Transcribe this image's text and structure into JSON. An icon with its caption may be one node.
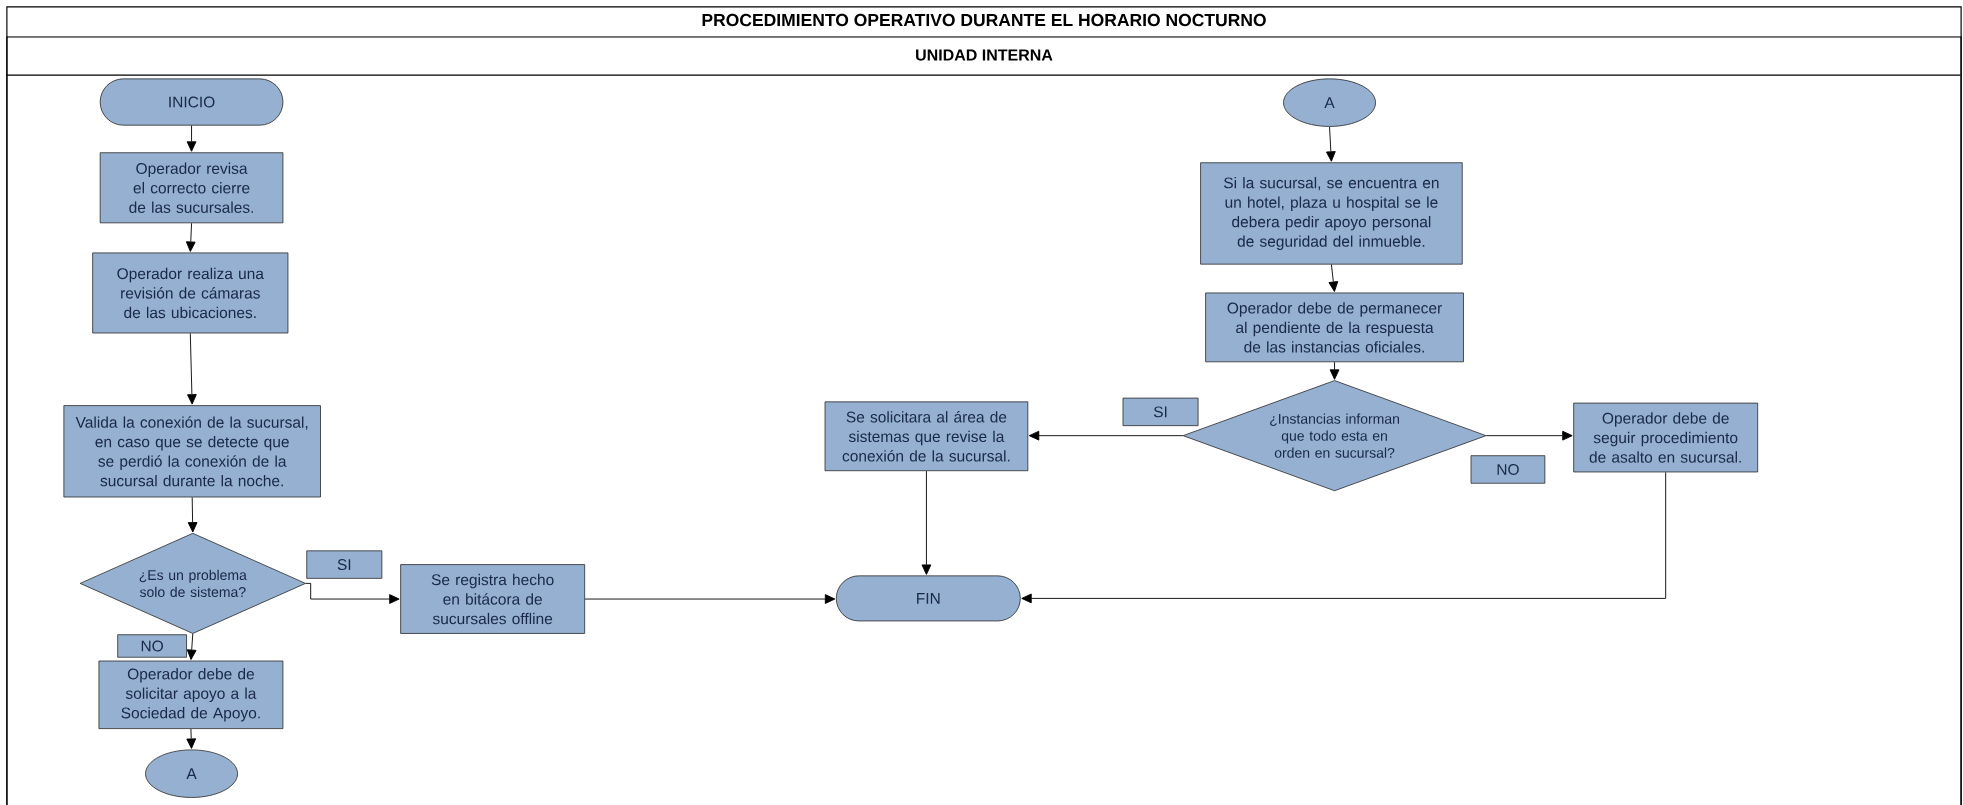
{
  "diagram": {
    "nodes": [
      {
        "text": [
          "PROCEDIMIENTO OPERATIVO DURANTE EL HORARIO NOCTURNO"
        ]
      },
      {
        "text": [
          "UNIDAD INTERNA"
        ],
        "in": 0
      },
      {
        "text": [
          "INICIO"
        ],
        "in": 1
      },
      {
        "text": [
          "Operador revisa el correcto cierre de las sucursales."
        ],
        "in": 1
      },
      {
        "text": [
          "Operador realiza una revisión de cámaras de las ubicaciones."
        ],
        "in": 1
      },
      {
        "text": [
          "Valida la conexión de la sucursal, en caso que se detecte que se perdió la conexión de la sucursal durante la noche."
        ],
        "in": 1
      },
      {
        "text": [
          "¿Es un problema solo de sistema?"
        ],
        "in": 1
      },
      {
        "text": [
          "Se registra hecho en bitácora de sucursales offline"
        ],
        "in": 1
      },
      {
        "text": [
          "Operador debe de solicitar apoyo a la Sociedad de Apoyo."
        ],
        "in": 1
      },
      {
        "text": [
          "A"
        ],
        "in": 1
      },
      {
        "text": [
          "A"
        ],
        "in": 1
      },
      {
        "text": [
          "Si la sucursal, se encuentra en un hotel, plaza u hospital se le debera pedir apoyo personal de seguridad del inmueble."
        ],
        "in": 1
      },
      {
        "text": [
          "Operador debe de permanecer al pendiente de la respuesta de las instancias oficiales."
        ],
        "in": 1
      },
      {
        "text": [
          "¿Instancias informan que todo esta en orden en sucursal?"
        ],
        "in": 1
      },
      {
        "text": [
          "Se solicitara al área de sistemas que revise la conexión de la sucursal."
        ],
        "in": 1
      },
      {
        "text": [
          "Operador debe de seguir procedimiento de asalto en sucursal."
        ],
        "in": 1
      },
      {
        "text": [
          "FIN"
        ],
        "in": 1
      }
    ],
    "edges": [
      {
        "from": 2,
        "to": 3,
        "arrow": "to"
      },
      {
        "from": 3,
        "to": 4,
        "arrow": "to"
      },
      {
        "from": 4,
        "to": 5,
        "arrow": "to"
      },
      {
        "from": 5,
        "to": 6,
        "arrow": "to"
      },
      {
        "from": 6,
        "to": 7,
        "arrow": "to",
        "label": "SI"
      },
      {
        "from": 6,
        "to": 8,
        "arrow": "to",
        "label": "NO"
      },
      {
        "from": 8,
        "to": 9,
        "arrow": "to"
      },
      {
        "from": 10,
        "to": 11,
        "arrow": "to"
      },
      {
        "from": 11,
        "to": 12,
        "arrow": "to"
      },
      {
        "from": 12,
        "to": 13,
        "arrow": "to"
      },
      {
        "from": 13,
        "to": 14,
        "arrow": "to",
        "label": "SI"
      },
      {
        "from": 13,
        "to": 15,
        "arrow": "to",
        "label": "NO"
      },
      {
        "from": 7,
        "to": 16,
        "arrow": "to"
      },
      {
        "from": 14,
        "to": 16,
        "arrow": "to"
      },
      {
        "from": 15,
        "to": 16,
        "arrow": "to"
      }
    ]
  }
}
